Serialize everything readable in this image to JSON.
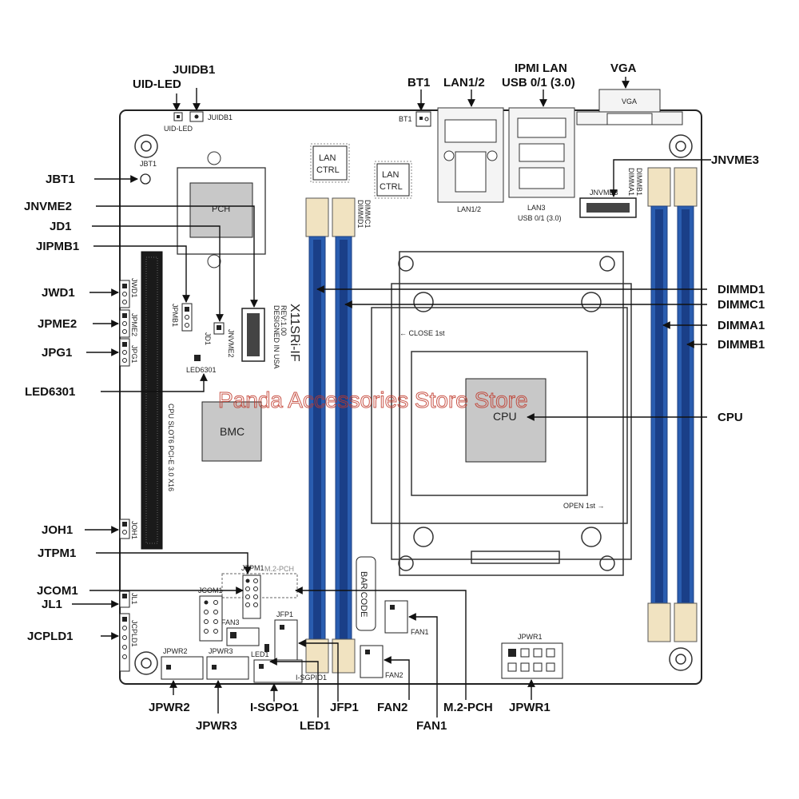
{
  "board": {
    "model": "X11SRi-IF",
    "rev": "REV:1.00",
    "designed": "DESIGNED IN USA",
    "colors": {
      "dimm_blue": "#2a5db0",
      "dimm_latch": "#f1e3c1",
      "chip_gray": "#c8c8c8",
      "outline": "#222222",
      "watermark": "#c0392b"
    }
  },
  "watermark": "Panda Accessories Store Store",
  "callouts": {
    "juidb1": "JUIDB1",
    "uid_led": "UID-LED",
    "bt1": "BT1",
    "lan12": "LAN1/2",
    "ipmi_lan": "IPMI LAN",
    "usb01": "USB 0/1 (3.0)",
    "vga": "VGA",
    "jbt1": "JBT1",
    "jnvme3": "JNVME3",
    "jnvme2": "JNVME2",
    "jd1": "JD1",
    "jipmb1": "JIPMB1",
    "jwd1": "JWD1",
    "dimmd1": "DIMMD1",
    "dimmc1": "DIMMC1",
    "jpme2": "JPME2",
    "dimma1": "DIMMA1",
    "jpg1": "JPG1",
    "dimmb1": "DIMMB1",
    "led6301": "LED6301",
    "cpu": "CPU",
    "joh1": "JOH1",
    "jtpm1": "JTPM1",
    "jcom1": "JCOM1",
    "jl1": "JL1",
    "jcpld1": "JCPLD1",
    "jpwr2": "JPWR2",
    "jpwr3": "JPWR3",
    "isgpo1": "I-SGPO1",
    "led1": "LED1",
    "jfp1": "JFP1",
    "fan2": "FAN2",
    "fan1": "FAN1",
    "m2pch": "M.2-PCH",
    "jpwr1": "JPWR1"
  },
  "silkscreen": {
    "juidb1": "JUIDB1",
    "uid_led": "UID-LED",
    "bt1": "BT1",
    "lan_ctrl_1": "LAN",
    "lan_ctrl_2": "CTRL",
    "lan12": "LAN1/2",
    "lan3": "LAN3",
    "usb01": "USB 0/1 (3.0)",
    "vga": "VGA",
    "jbt1": "JBT1",
    "jnvme3": "JNVME3",
    "jnvme2": "JNVME2",
    "pch": "PCH",
    "jwd1": "JWD1",
    "jpme2": "JPME2",
    "jpg1": "JPG1",
    "jpmb1": "JPMB1",
    "jd1": "JD1",
    "led6301": "LED6301",
    "bmc": "BMC",
    "pcie_slot": "CPU SLOT6 PCI-E 3.0 X16",
    "dimmc1": "DIMMC1",
    "dimmd1": "DIMMD1",
    "dimmb1": "DIMMB1",
    "dimma1": "DIMMA1",
    "close": "← CLOSE 1st",
    "open": "OPEN 1st →",
    "cpu": "CPU",
    "joh1": "JOH1",
    "jtpm1": "JTPM1",
    "m2pch": "M.2-PCH",
    "jcom1": "JCOM1",
    "jl1": "JL1",
    "jcpld1": "JCPLD1",
    "fan3": "FAN3",
    "jfp1": "JFP1",
    "led1": "LED1",
    "isgpio1": "I-SGPIO1",
    "jpwr2": "JPWR2",
    "jpwr3": "JPWR3",
    "barcode": "BAR CODE",
    "fan1": "FAN1",
    "fan2": "FAN2",
    "jpwr1": "JPWR1"
  }
}
